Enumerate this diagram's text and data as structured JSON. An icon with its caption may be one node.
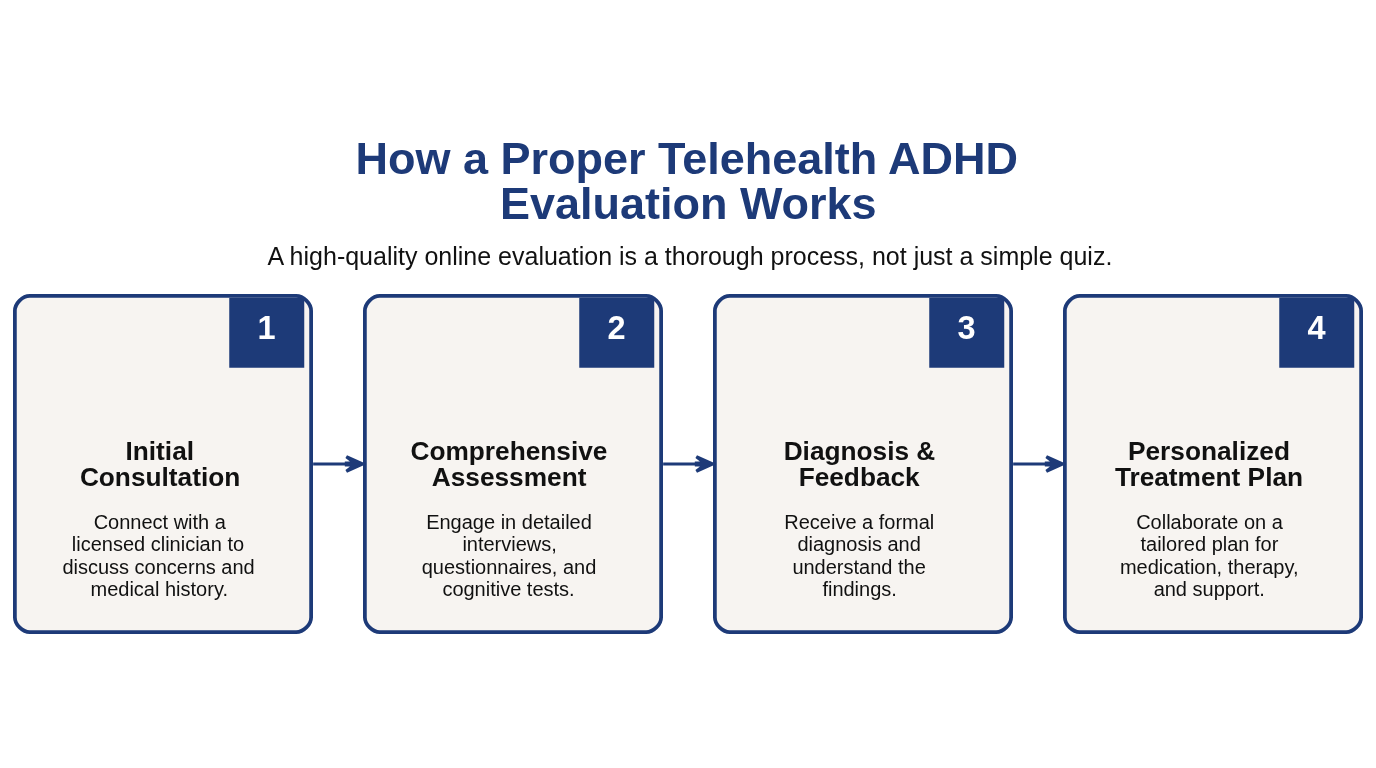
{
  "diagram": {
    "title": "How a Proper Telehealth ADHD Evaluation Works",
    "caption": "A high-quality online evaluation is a thorough process, not just a simple quiz.",
    "nodes": [
      {
        "text": [
          "1",
          "Initial Consultation",
          "Connect with a licensed clinician to discuss concerns and medical history."
        ]
      },
      {
        "text": [
          "2",
          "Comprehensive Assessment",
          "Engage in detailed interviews, questionnaires, and cognitive tests."
        ]
      },
      {
        "text": [
          "3",
          "Diagnosis & Feedback",
          "Receive a formal diagnosis and understand the findings."
        ]
      },
      {
        "text": [
          "4",
          "Personalized Treatment Plan",
          "Collaborate on a tailored plan for medication, therapy, and support."
        ]
      }
    ],
    "edges": [
      {
        "from": 0,
        "to": 1,
        "arrow": "to"
      },
      {
        "from": 1,
        "to": 2,
        "arrow": "to"
      },
      {
        "from": 2,
        "to": 3,
        "arrow": "to"
      }
    ]
  }
}
